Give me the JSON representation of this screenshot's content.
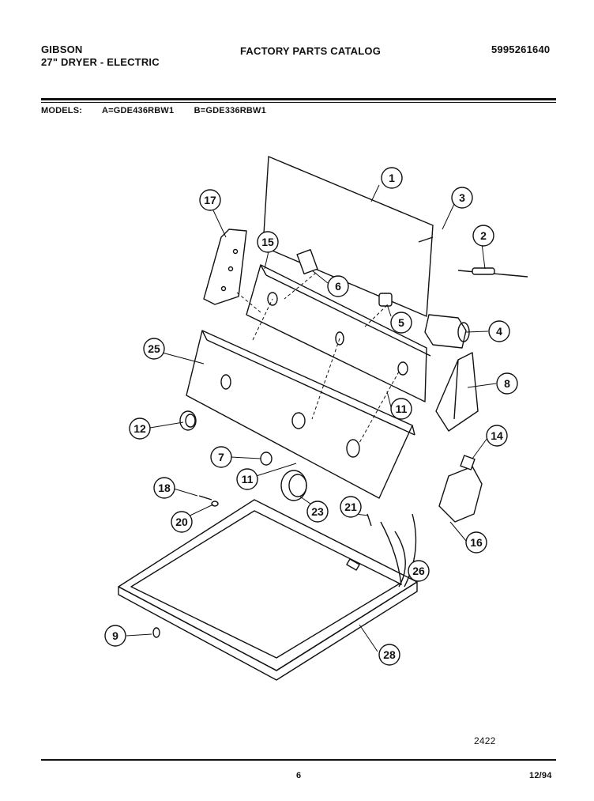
{
  "header": {
    "brand": "GIBSON",
    "product": "27\" DRYER - ELECTRIC",
    "catalog_title": "FACTORY PARTS CATALOG",
    "part_number": "5995261640"
  },
  "models": {
    "label": "MODELS:",
    "model_a": "A=GDE436RBW1",
    "model_b": "B=GDE336RBW1"
  },
  "callouts": [
    "1",
    "2",
    "3",
    "4",
    "5",
    "6",
    "7",
    "8",
    "9",
    "11",
    "11",
    "12",
    "14",
    "15",
    "16",
    "17",
    "18",
    "20",
    "21",
    "23",
    "25",
    "26",
    "28"
  ],
  "footer": {
    "figure_number": "2422",
    "page_number": "6",
    "date": "12/94"
  }
}
